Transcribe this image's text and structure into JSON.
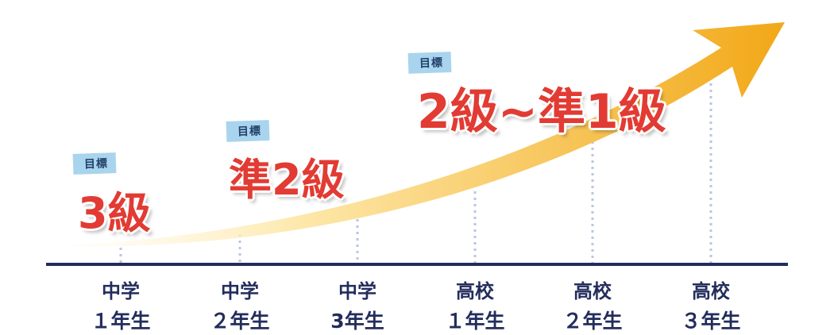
{
  "tag_label": "目標",
  "goals": [
    "3級",
    "準2級",
    "2級~準1級"
  ],
  "grades": [
    {
      "school": "中学",
      "year": "１年生"
    },
    {
      "school": "中学",
      "year": "２年生"
    },
    {
      "school": "中学",
      "year": "3年生"
    },
    {
      "school": "高校",
      "year": "１年生"
    },
    {
      "school": "高校",
      "year": "２年生"
    },
    {
      "school": "高校",
      "year": "３年生"
    }
  ],
  "colors": {
    "axis": "#232d5c",
    "goal_text": "#e23b33",
    "tag_bg": "#a9d4ee",
    "arrow_start": "#fff6d8",
    "arrow_end": "#f2a817",
    "dotted_guides": "#b9c6e3"
  }
}
